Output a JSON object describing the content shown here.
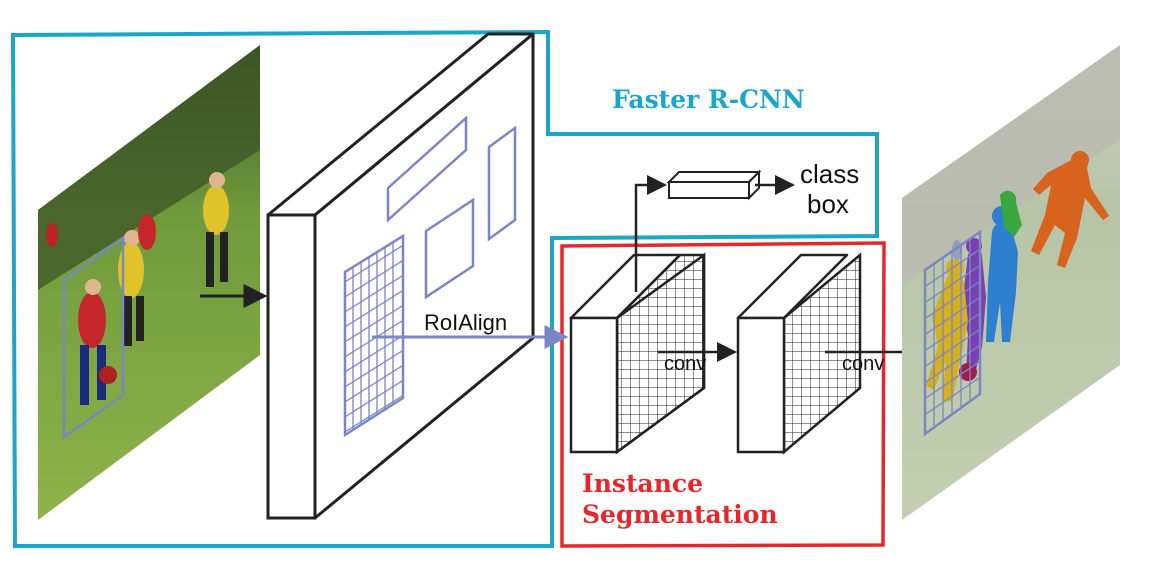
{
  "diagram": {
    "title_faster_rcnn": "Faster R-CNN",
    "title_instance_line1": "Instance",
    "title_instance_line2": "Segmentation",
    "roialign_label": "RoIAlign",
    "class_label": "class",
    "box_label": "box",
    "conv1_label": "conv",
    "conv2_label": "conv"
  },
  "colors": {
    "faster_rcnn_frame": "#1aa6c8",
    "faster_rcnn_text": "#1aa6c8",
    "instance_frame": "#e8262a",
    "instance_text": "#e8262a",
    "roi_box": "#7b86c4",
    "arrow": "#222222",
    "mask_yellow": "#d4b020",
    "mask_purple": "#7a3fb0",
    "mask_blue": "#2f7fd0",
    "mask_orange": "#d8631f",
    "mask_green": "#3aa640"
  },
  "icons": {
    "input_photo": "soccer-players-photo-icon",
    "output_photo": "segmented-soccer-photo-icon"
  }
}
